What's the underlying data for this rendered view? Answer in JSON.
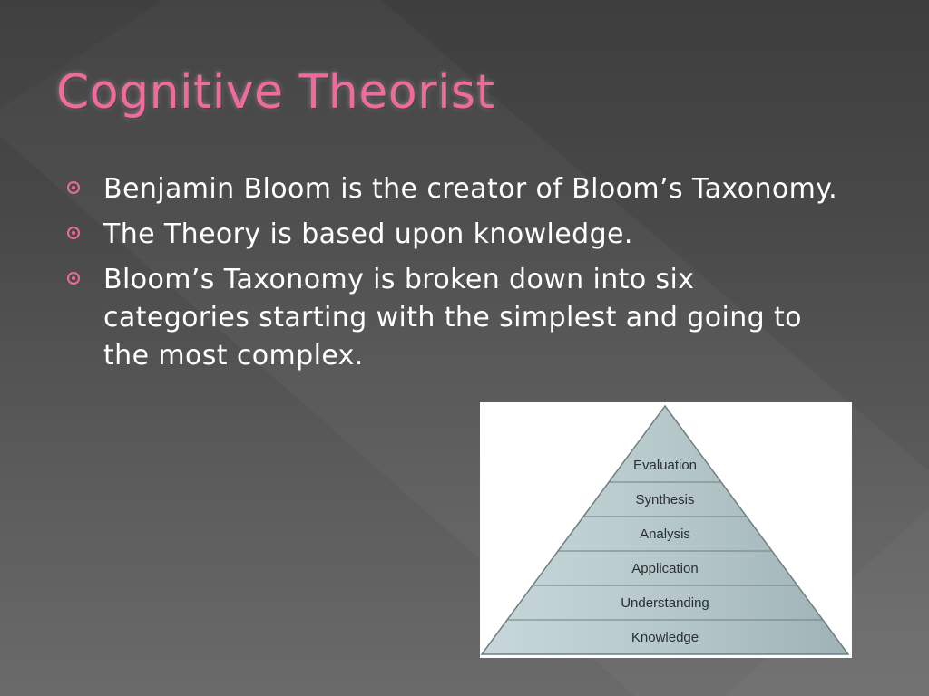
{
  "slide": {
    "title": "Cognitive Theorist",
    "bullets": [
      "Benjamin Bloom is the creator of Bloom’s Taxonomy.",
      "The Theory is based upon knowledge.",
      "Bloom’s Taxonomy is broken down into six categories starting with the simplest and going to the most complex."
    ]
  },
  "pyramid": {
    "levels": [
      "Evaluation",
      "Synthesis",
      "Analysis",
      "Application",
      "Understanding",
      "Knowledge"
    ]
  },
  "colors": {
    "title": "#f06a9c",
    "bullet": "#ec6b9c",
    "text": "#ffffff",
    "pyramid_fill": "#b6c8ca",
    "pyramid_line": "#6f7f82"
  }
}
